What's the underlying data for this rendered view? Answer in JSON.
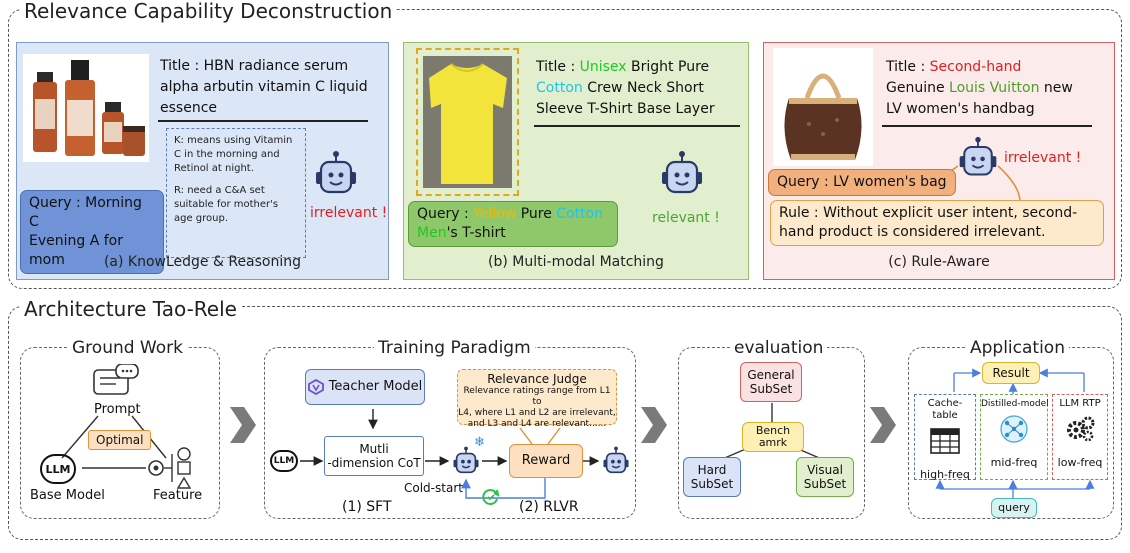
{
  "top": {
    "title": "Relevance Capability Deconstruction",
    "panels": [
      {
        "caption": "(a) KnowLedge & Reasoning",
        "title": "Title : HBN radiance serum alpha arbutin vitamin C liquid essence",
        "title_lines": [
          "Title : HBN radiance serum",
          "alpha arbutin vitamin C liquid",
          "essence"
        ],
        "reasoning_k": [
          "K: means using Vitamin",
          "C in the morning and",
          "Retinol at night."
        ],
        "reasoning_r": [
          "R: need a C&A set",
          "suitable for mother's",
          "age group."
        ],
        "query_lines": [
          "Query : Morning C",
          "Evening A for mom"
        ],
        "verdict": "irrelevant !"
      },
      {
        "caption": "(b) Multi-modal Matching",
        "title_lines": [
          "Title : ",
          "Unisex",
          " Bright Pure",
          "Cotton",
          " Crew Neck Short",
          "Sleeve T-Shirt Base Layer"
        ],
        "query_parts": [
          "Query : ",
          "Yellow",
          " Pure ",
          "Cotton",
          "Men",
          "'s T-shirt"
        ],
        "verdict": "relevant !"
      },
      {
        "caption": "(c) Rule-Aware",
        "title_parts": [
          "Title : ",
          "Second-hand",
          "Genuine ",
          "Louis Vuitton",
          " new",
          "LV women's handbag"
        ],
        "query": "Query : LV women's bag",
        "rule_lines": [
          "Rule : Without explicit user intent, second-",
          "hand product is considered irrelevant."
        ],
        "verdict": "irrelevant !"
      }
    ]
  },
  "bottom": {
    "title": "Architecture Tao-Rele",
    "ground_work": {
      "title": "Ground Work",
      "prompt": "Prompt",
      "optimal": "Optimal",
      "base_model": "Base Model",
      "feature": "Feature",
      "llm": "LLM"
    },
    "training": {
      "title": "Training Paradigm",
      "teacher": "Teacher Model",
      "cot_lines": [
        "Mutli",
        "-dimension CoT"
      ],
      "judge_title": "Relevance Judge",
      "judge_lines": [
        "Relevance ratings range from L1 to",
        "L4, where L1 and L2 are irrelevant,",
        "and L3 and L4 are relevant......"
      ],
      "reward": "Reward",
      "cold_start": "Cold-start",
      "sft": "(1) SFT",
      "rlvr": "(2) RLVR",
      "llm": "LLM"
    },
    "evaluation": {
      "title": "evaluation",
      "general": [
        "General",
        "SubSet"
      ],
      "bench": [
        "Bench",
        "amrk"
      ],
      "hard": [
        "Hard",
        "SubSet"
      ],
      "visual": [
        "Visual",
        "SubSet"
      ]
    },
    "application": {
      "title": "Application",
      "result": "Result",
      "cache": "Cache-table",
      "distilled": "Distilled-model",
      "llm_rtp": "LLM RTP",
      "high": "high-freq",
      "mid": "mid-freq",
      "low": "low-freq",
      "query": "query"
    }
  },
  "colors": {
    "green_word": "#22c722",
    "cyan_word": "#1fc5e8",
    "yellow_word": "#f2b705",
    "red_word": "#e02020",
    "olive_word": "#4f9d2a",
    "verdict_green": "#4aa82e"
  }
}
